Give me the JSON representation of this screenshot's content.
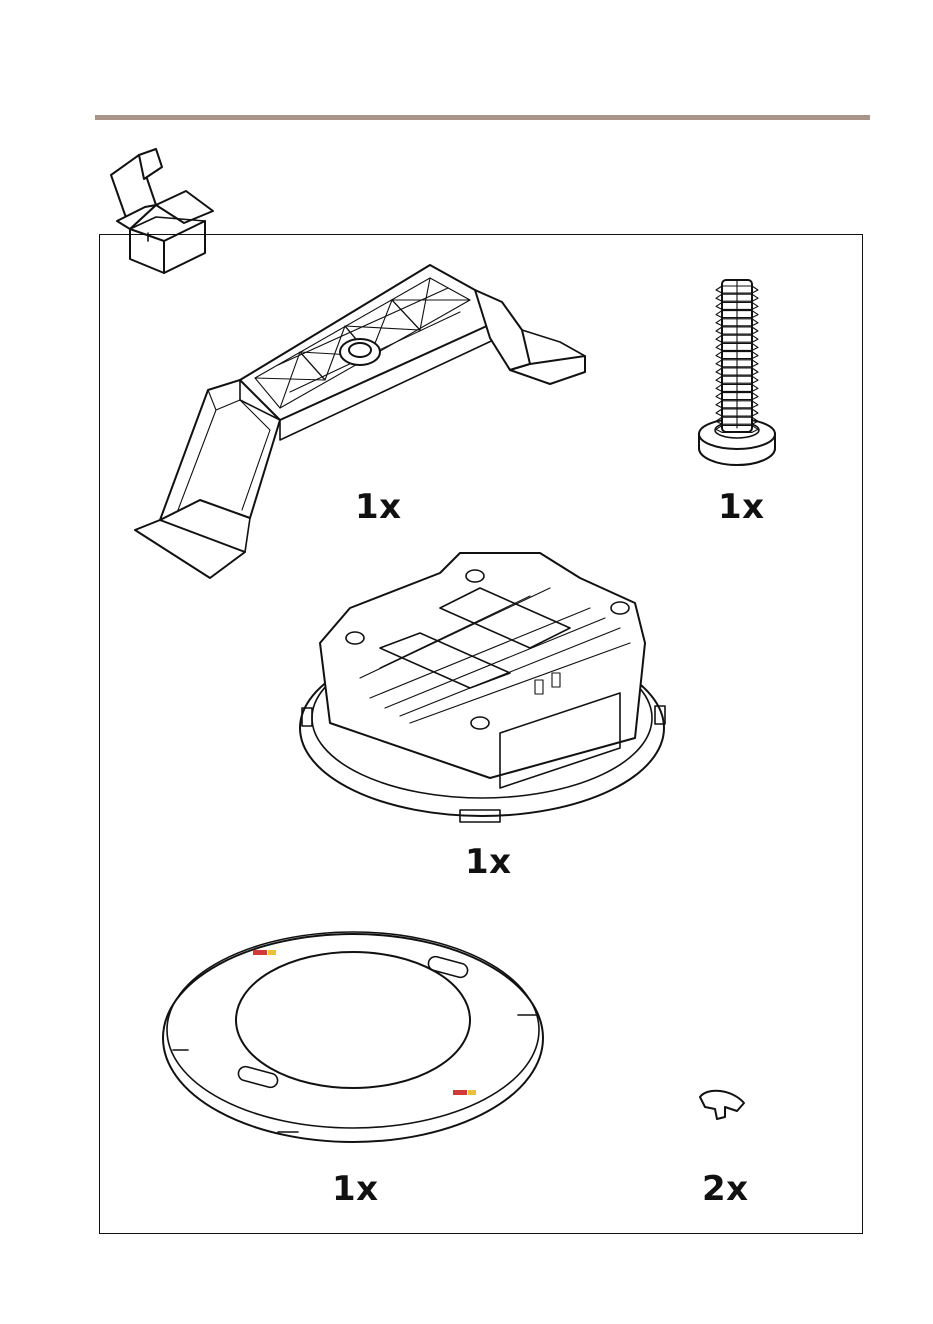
{
  "colors": {
    "accent_rule": "#a89588",
    "line": "#111111",
    "paper": "#ffffff",
    "logo_red": "#d23a3a",
    "logo_yellow": "#e7c23a"
  },
  "header_icon": "open-box-icon",
  "items": [
    {
      "name": "bracket",
      "icon": "mounting-bracket-icon",
      "quantity": "1x"
    },
    {
      "name": "screw",
      "icon": "plastic-screw-anchor-icon",
      "quantity": "1x"
    },
    {
      "name": "mount",
      "icon": "recessed-mount-base-icon",
      "quantity": "1x"
    },
    {
      "name": "trim",
      "icon": "trim-ring-icon",
      "quantity": "1x"
    },
    {
      "name": "clip",
      "icon": "clip-icon",
      "quantity": "2x"
    }
  ]
}
